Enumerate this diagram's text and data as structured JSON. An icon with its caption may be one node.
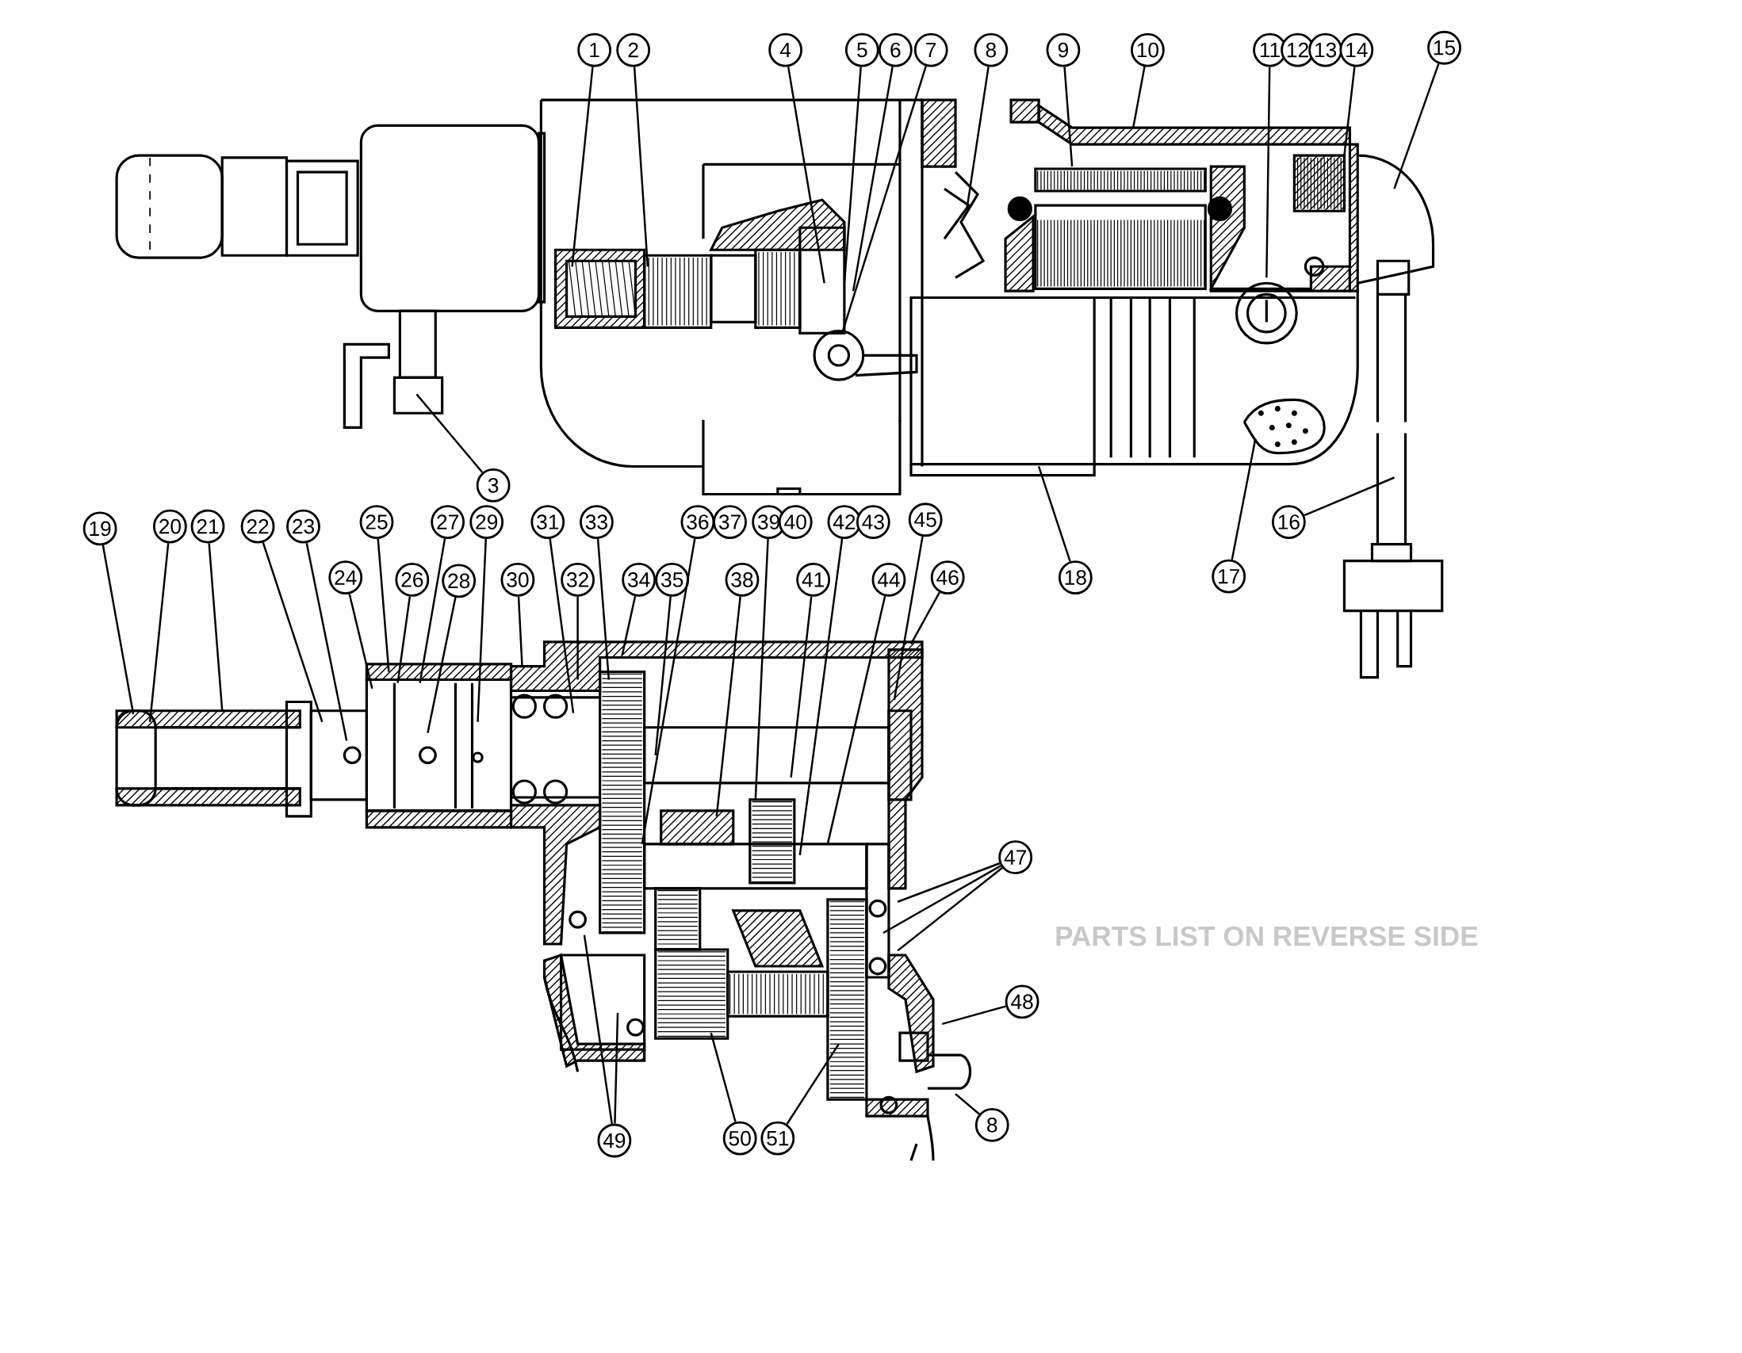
{
  "diagram": {
    "nodes": [
      {
        "text": [
          "1"
        ]
      },
      {
        "text": [
          "2"
        ]
      },
      {
        "text": [
          "3"
        ]
      },
      {
        "text": [
          "4"
        ]
      },
      {
        "text": [
          "5"
        ]
      },
      {
        "text": [
          "6"
        ]
      },
      {
        "text": [
          "7"
        ]
      },
      {
        "text": [
          "8"
        ]
      },
      {
        "text": [
          "9"
        ]
      },
      {
        "text": [
          "10"
        ]
      },
      {
        "text": [
          "11"
        ]
      },
      {
        "text": [
          "12"
        ]
      },
      {
        "text": [
          "13"
        ]
      },
      {
        "text": [
          "14"
        ]
      },
      {
        "text": [
          "15"
        ]
      },
      {
        "text": [
          "16"
        ]
      },
      {
        "text": [
          "17"
        ]
      },
      {
        "text": [
          "18"
        ]
      },
      {
        "text": [
          "19"
        ]
      },
      {
        "text": [
          "20"
        ]
      },
      {
        "text": [
          "21"
        ]
      },
      {
        "text": [
          "22"
        ]
      },
      {
        "text": [
          "23"
        ]
      },
      {
        "text": [
          "24"
        ]
      },
      {
        "text": [
          "25"
        ]
      },
      {
        "text": [
          "26"
        ]
      },
      {
        "text": [
          "27"
        ]
      },
      {
        "text": [
          "28"
        ]
      },
      {
        "text": [
          "29"
        ]
      },
      {
        "text": [
          "30"
        ]
      },
      {
        "text": [
          "31"
        ]
      },
      {
        "text": [
          "32"
        ]
      },
      {
        "text": [
          "33"
        ]
      },
      {
        "text": [
          "34"
        ]
      },
      {
        "text": [
          "35"
        ]
      },
      {
        "text": [
          "36"
        ]
      },
      {
        "text": [
          "37"
        ]
      },
      {
        "text": [
          "38"
        ]
      },
      {
        "text": [
          "39"
        ]
      },
      {
        "text": [
          "40"
        ]
      },
      {
        "text": [
          "41"
        ]
      },
      {
        "text": [
          "42"
        ]
      },
      {
        "text": [
          "43"
        ]
      },
      {
        "text": [
          "44"
        ]
      },
      {
        "text": [
          "45"
        ]
      },
      {
        "text": [
          "46"
        ]
      },
      {
        "text": [
          "47"
        ]
      },
      {
        "text": [
          "48"
        ]
      },
      {
        "text": [
          "49"
        ]
      },
      {
        "text": [
          "50"
        ]
      },
      {
        "text": [
          "51"
        ]
      },
      {
        "text": [
          "8"
        ]
      }
    ],
    "edges": [
      {
        "from": 0,
        "to": null,
        "arrow": "none"
      },
      {
        "from": 1,
        "to": null,
        "arrow": "none"
      },
      {
        "from": 2,
        "to": null,
        "arrow": "none"
      },
      {
        "from": 3,
        "to": null,
        "arrow": "none"
      },
      {
        "from": 4,
        "to": null,
        "arrow": "none"
      },
      {
        "from": 5,
        "to": null,
        "arrow": "none"
      },
      {
        "from": 6,
        "to": null,
        "arrow": "none"
      },
      {
        "from": 7,
        "to": null,
        "arrow": "none"
      },
      {
        "from": 8,
        "to": null,
        "arrow": "none"
      },
      {
        "from": 9,
        "to": null,
        "arrow": "none"
      },
      {
        "from": 10,
        "to": null,
        "arrow": "none"
      },
      {
        "from": 13,
        "to": null,
        "arrow": "none"
      },
      {
        "from": 14,
        "to": null,
        "arrow": "none"
      },
      {
        "from": 15,
        "to": null,
        "arrow": "none"
      },
      {
        "from": 16,
        "to": null,
        "arrow": "none"
      },
      {
        "from": 17,
        "to": null,
        "arrow": "none"
      },
      {
        "from": 18,
        "to": null,
        "arrow": "none"
      },
      {
        "from": 19,
        "to": null,
        "arrow": "none"
      },
      {
        "from": 20,
        "to": null,
        "arrow": "none"
      },
      {
        "from": 21,
        "to": null,
        "arrow": "none"
      },
      {
        "from": 22,
        "to": null,
        "arrow": "none"
      },
      {
        "from": 23,
        "to": null,
        "arrow": "none"
      },
      {
        "from": 24,
        "to": null,
        "arrow": "none"
      },
      {
        "from": 25,
        "to": null,
        "arrow": "none"
      },
      {
        "from": 26,
        "to": null,
        "arrow": "none"
      },
      {
        "from": 27,
        "to": null,
        "arrow": "none"
      },
      {
        "from": 28,
        "to": null,
        "arrow": "none"
      },
      {
        "from": 29,
        "to": null,
        "arrow": "none"
      },
      {
        "from": 30,
        "to": null,
        "arrow": "none"
      },
      {
        "from": 31,
        "to": null,
        "arrow": "none"
      },
      {
        "from": 32,
        "to": null,
        "arrow": "none"
      },
      {
        "from": 33,
        "to": null,
        "arrow": "none"
      },
      {
        "from": 34,
        "to": null,
        "arrow": "none"
      },
      {
        "from": 35,
        "to": null,
        "arrow": "none"
      },
      {
        "from": 37,
        "to": null,
        "arrow": "none"
      },
      {
        "from": 38,
        "to": null,
        "arrow": "none"
      },
      {
        "from": 40,
        "to": null,
        "arrow": "none"
      },
      {
        "from": 41,
        "to": null,
        "arrow": "none"
      },
      {
        "from": 43,
        "to": null,
        "arrow": "none"
      },
      {
        "from": 44,
        "to": null,
        "arrow": "none"
      },
      {
        "from": 45,
        "to": null,
        "arrow": "none"
      },
      {
        "from": 46,
        "to": null,
        "arrow": "none"
      },
      {
        "from": 46,
        "to": null,
        "arrow": "none"
      },
      {
        "from": 46,
        "to": null,
        "arrow": "none"
      },
      {
        "from": 47,
        "to": null,
        "arrow": "none"
      },
      {
        "from": 48,
        "to": null,
        "arrow": "none"
      },
      {
        "from": 48,
        "to": null,
        "arrow": "none"
      },
      {
        "from": 49,
        "to": null,
        "arrow": "none"
      },
      {
        "from": 50,
        "to": null,
        "arrow": "none"
      },
      {
        "from": 51,
        "to": null,
        "arrow": "none"
      }
    ],
    "labels": [
      "PARTS LIST ON REVERSE SIDE"
    ]
  }
}
